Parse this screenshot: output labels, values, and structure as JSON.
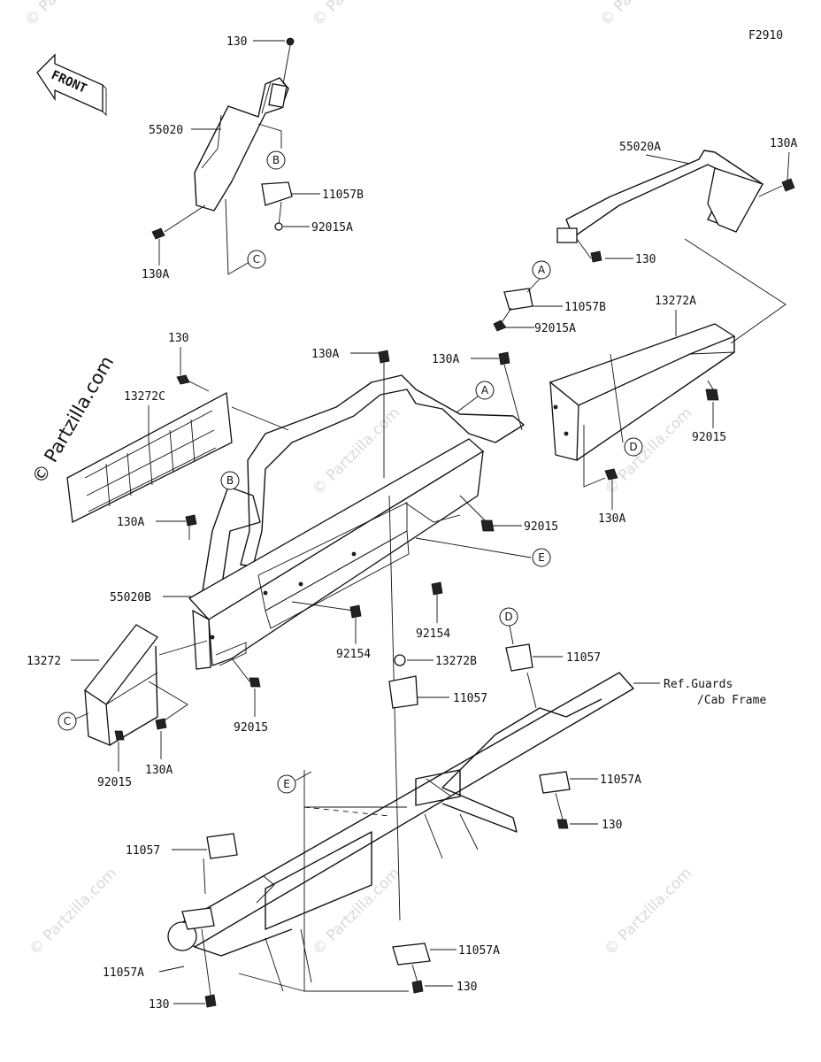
{
  "figure_code": "F2910",
  "front_label": "FRONT",
  "watermark_main": "© Partzilla.com",
  "watermark_small": "© Partzilla.com",
  "ref_label_line1": "Ref.Guards",
  "ref_label_line2": "/Cab Frame",
  "part_labels": [
    "130",
    "55020",
    "11057B",
    "92015A",
    "130A",
    "55020A",
    "130A",
    "130",
    "11057B",
    "92015A",
    "13272A",
    "92015",
    "130A",
    "130",
    "13272C",
    "130A",
    "130A",
    "92015",
    "130A",
    "55020B",
    "92154",
    "92154",
    "13272B",
    "11057",
    "11057",
    "13272",
    "92015",
    "130A",
    "92015",
    "11057A",
    "130",
    "11057",
    "11057A",
    "130",
    "11057A",
    "130"
  ],
  "callouts": [
    "B",
    "C",
    "A",
    "A",
    "D",
    "B",
    "E",
    "D",
    "C",
    "E"
  ]
}
